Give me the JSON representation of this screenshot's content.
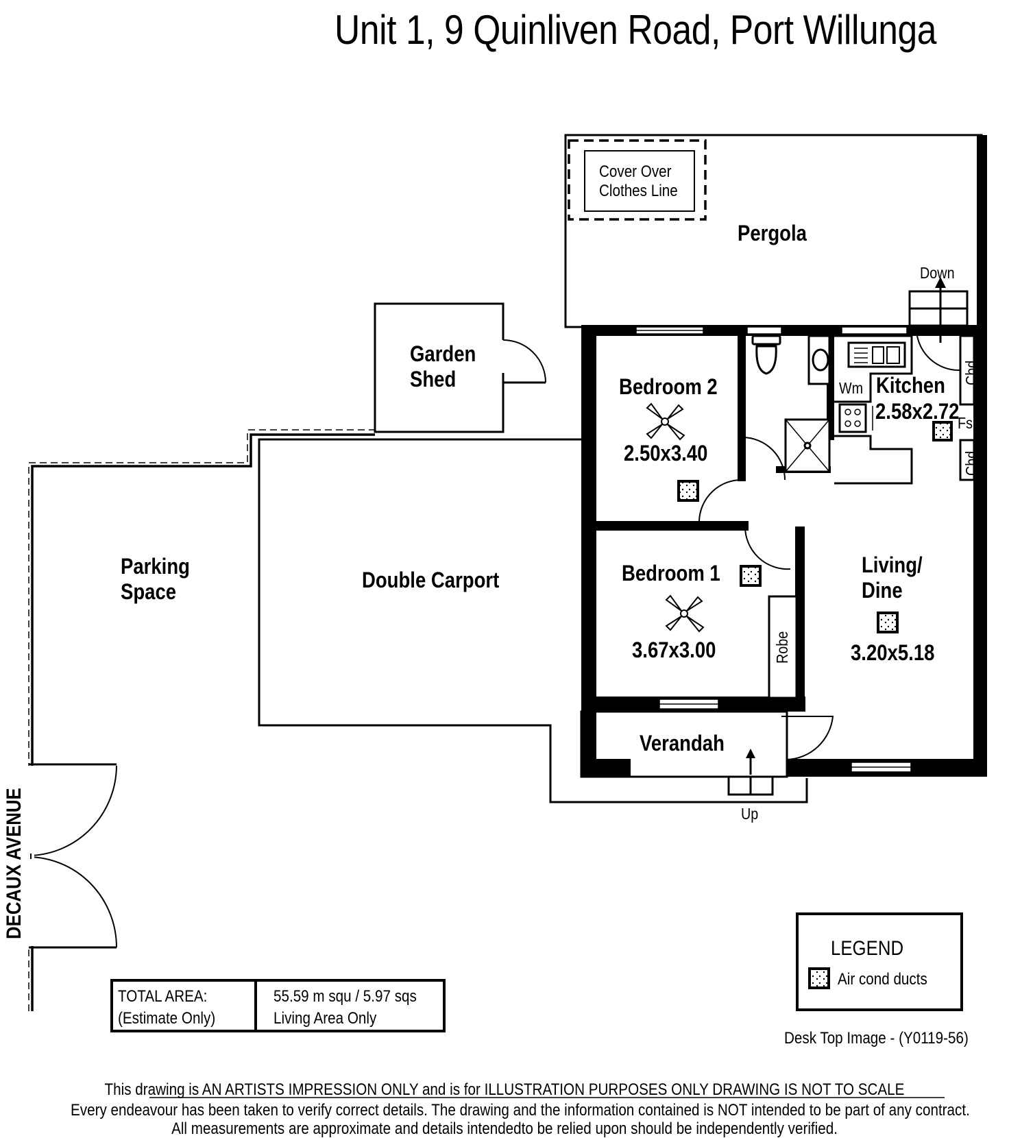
{
  "title": "Unit 1, 9 Quinliven Road, Port Willunga",
  "street": "DECAUX AVENUE",
  "rooms": {
    "pergola": {
      "name": "Pergola"
    },
    "cover": {
      "line1": "Cover Over",
      "line2": "Clothes Line"
    },
    "garden_shed": {
      "line1": "Garden",
      "line2": "Shed"
    },
    "parking": {
      "line1": "Parking",
      "line2": "Space"
    },
    "carport": {
      "name": "Double Carport"
    },
    "bedroom2": {
      "name": "Bedroom 2",
      "dims": "2.50x3.40"
    },
    "bedroom1": {
      "name": "Bedroom 1",
      "dims": "3.67x3.00"
    },
    "kitchen": {
      "name": "Kitchen",
      "dims": "2.58x2.72"
    },
    "living": {
      "line1": "Living/",
      "line2": "Dine",
      "dims": "3.20x5.18"
    },
    "verandah": {
      "name": "Verandah"
    }
  },
  "fixtures": {
    "wm": "Wm",
    "fs": "Fs",
    "cbd_top": "Cbd",
    "cbd_bottom": "Cbd",
    "robe": "Robe",
    "down": "Down",
    "up": "Up"
  },
  "legend": {
    "title": "LEGEND",
    "items": [
      {
        "icon": "air-cond-duct-icon",
        "label": "Air cond ducts"
      }
    ]
  },
  "total_area": {
    "label_line1": "TOTAL AREA:",
    "label_line2": "(Estimate Only)",
    "value_line1": "55.59 m squ /  5.97 sqs",
    "value_line2": "Living Area Only"
  },
  "image_ref": "Desk Top Image - (Y0119-56)",
  "disclaimer": {
    "line1": "This drawing is AN ARTISTS IMPRESSION ONLY and is for ILLUSTRATION PURPOSES ONLY DRAWING IS NOT TO SCALE",
    "line2": "Every endeavour has been taken to verify correct details. The drawing and the information contained is NOT intended to be part of any contract.",
    "line3": "All measurements are approximate and details intendedto be relied upon should be independently verified."
  }
}
